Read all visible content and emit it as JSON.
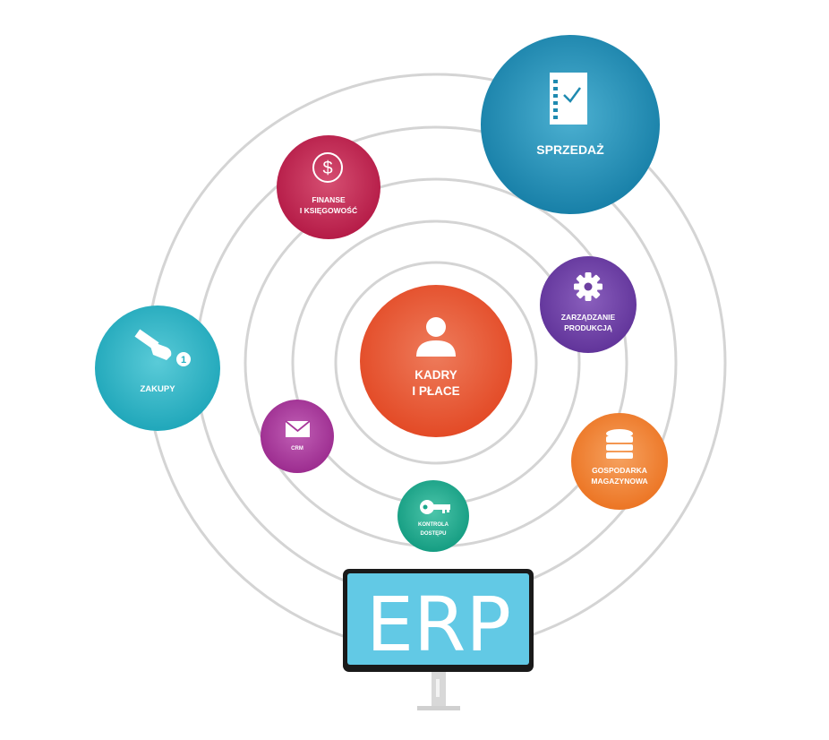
{
  "diagram": {
    "center": {
      "line1": "KADRY",
      "line2": "I PŁACE",
      "icon": "user-icon",
      "color": "#e8552e"
    },
    "modules": {
      "sprzedaz": {
        "label": "SPRZEDAŻ",
        "icon": "checklist-icon",
        "color": "#1f8ab0"
      },
      "finanse": {
        "line1": "FINANSE",
        "line2": "I KSIĘGOWOŚĆ",
        "icon": "dollar-icon",
        "color": "#c0234e"
      },
      "produkcja": {
        "line1": "ZARZĄDZANIE",
        "line2": "PRODUKCJĄ",
        "icon": "gear-icon",
        "color": "#6c3fa0"
      },
      "zakupy": {
        "label": "ZAKUPY",
        "icon": "hand-cursor-icon",
        "color": "#27b2c4"
      },
      "crm": {
        "label": "CRM",
        "icon": "envelope-icon",
        "color": "#a8389b"
      },
      "kontrola": {
        "line1": "KONTROLA",
        "line2": "DOSTĘPU",
        "icon": "key-icon",
        "color": "#1aa88c"
      },
      "magazyn": {
        "line1": "GOSPODARKA",
        "line2": "MAGAZYNOWA",
        "icon": "database-icon",
        "color": "#f08030"
      }
    },
    "monitor": {
      "label": "ERP",
      "screen_color": "#62c9e5",
      "frame_color": "#1a1a1a"
    },
    "orbit_color": "#d2d2d2"
  }
}
